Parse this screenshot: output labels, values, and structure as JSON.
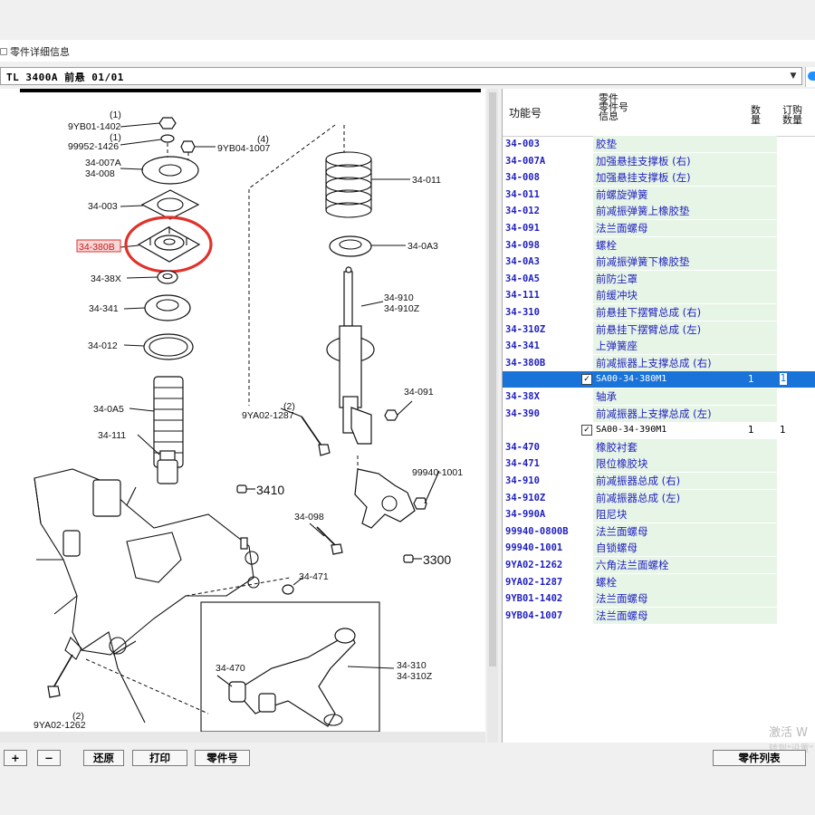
{
  "window": {
    "title": "零件详细信息"
  },
  "group_select": {
    "value": "TL  3400A  前悬  01/01"
  },
  "diagram": {
    "callouts": [
      {
        "id": "c1",
        "text": "(1)"
      },
      {
        "id": "c2",
        "text": "9YB01-1402"
      },
      {
        "id": "c3",
        "text": "(1)"
      },
      {
        "id": "c4",
        "text": "99952-1426"
      },
      {
        "id": "c5",
        "text": "(4)"
      },
      {
        "id": "c6",
        "text": "9YB04-1007"
      },
      {
        "id": "c7",
        "text": "34-007A"
      },
      {
        "id": "c8",
        "text": "34-008"
      },
      {
        "id": "c9",
        "text": "34-003"
      },
      {
        "id": "c10",
        "text": "34-380B"
      },
      {
        "id": "c11",
        "text": "34-38X"
      },
      {
        "id": "c12",
        "text": "34-341"
      },
      {
        "id": "c13",
        "text": "34-012"
      },
      {
        "id": "c14",
        "text": "34-0A5"
      },
      {
        "id": "c15",
        "text": "34-111"
      },
      {
        "id": "c16",
        "text": "34-011"
      },
      {
        "id": "c17",
        "text": "34-0A3"
      },
      {
        "id": "c18",
        "text": "34-910"
      },
      {
        "id": "c19",
        "text": "34-910Z"
      },
      {
        "id": "c20",
        "text": "34-091"
      },
      {
        "id": "c21",
        "text": "(2)"
      },
      {
        "id": "c22",
        "text": "9YA02-1287"
      },
      {
        "id": "c23",
        "text": "99940-1001"
      },
      {
        "id": "c24",
        "text": "3410"
      },
      {
        "id": "c25",
        "text": "34-098"
      },
      {
        "id": "c26",
        "text": "3300"
      },
      {
        "id": "c27",
        "text": "34-471"
      },
      {
        "id": "c28",
        "text": "34-470"
      },
      {
        "id": "c29",
        "text": "34-310"
      },
      {
        "id": "c30",
        "text": "34-310Z"
      },
      {
        "id": "c31",
        "text": "(2)"
      },
      {
        "id": "c32",
        "text": "9YA02-1262"
      }
    ]
  },
  "table": {
    "headers": {
      "func_no": "功能号",
      "part_info_1": "零件",
      "part_info_2": "零件号",
      "part_info_3": "信息",
      "qty_1": "数",
      "qty_2": "量",
      "order_1": "订购",
      "order_2": "数量"
    },
    "rows": [
      {
        "code": "34-003",
        "name": "胶垫"
      },
      {
        "code": "34-007A",
        "name": "加强悬挂支撑板 (右)"
      },
      {
        "code": "34-008",
        "name": "加强悬挂支撑板 (左)"
      },
      {
        "code": "34-011",
        "name": "前螺旋弹簧"
      },
      {
        "code": "34-012",
        "name": "前减振弹簧上橡胶垫"
      },
      {
        "code": "34-091",
        "name": "法兰面螺母"
      },
      {
        "code": "34-098",
        "name": "螺栓"
      },
      {
        "code": "34-0A3",
        "name": "前减振弹簧下橡胶垫"
      },
      {
        "code": "34-0A5",
        "name": "前防尘罩"
      },
      {
        "code": "34-111",
        "name": "前缓冲块"
      },
      {
        "code": "34-310",
        "name": "前悬挂下摆臂总成 (右)"
      },
      {
        "code": "34-310Z",
        "name": "前悬挂下摆臂总成 (左)"
      },
      {
        "code": "34-341",
        "name": "上弹簧座"
      },
      {
        "code": "34-380B",
        "name": "前减振器上支撑总成 (右)"
      },
      {
        "code": "",
        "name": "SA00-34-380M1",
        "sub": true,
        "sel": true,
        "qty": "1",
        "order_qty": "1"
      },
      {
        "code": "34-38X",
        "name": "轴承"
      },
      {
        "code": "34-390",
        "name": "前减振器上支撑总成 (左)"
      },
      {
        "code": "",
        "name": "SA00-34-390M1",
        "sub": true,
        "qty": "1",
        "order_qty": "1"
      },
      {
        "code": "34-470",
        "name": "橡胶衬套"
      },
      {
        "code": "34-471",
        "name": "限位橡胶块"
      },
      {
        "code": "34-910",
        "name": "前减振器总成 (右)"
      },
      {
        "code": "34-910Z",
        "name": "前减振器总成 (左)"
      },
      {
        "code": "34-990A",
        "name": "阻尼块"
      },
      {
        "code": "99940-0800B",
        "name": "法兰面螺母"
      },
      {
        "code": "99940-1001",
        "name": "自锁螺母"
      },
      {
        "code": "9YA02-1262",
        "name": "六角法兰面螺栓"
      },
      {
        "code": "9YA02-1287",
        "name": "螺栓"
      },
      {
        "code": "9YB01-1402",
        "name": "法兰面螺母"
      },
      {
        "code": "9YB04-1007",
        "name": "法兰面螺母"
      }
    ]
  },
  "buttons": {
    "zoom_in": "+",
    "zoom_out": "−",
    "restore": "还原",
    "print": "打印",
    "part_no": "零件号",
    "part_list": "零件列表"
  },
  "watermark": {
    "line1": "激活 W",
    "line2": "转到\"设置\""
  },
  "colors": {
    "selection": "#1a73d9",
    "code_text": "#1f1fbf",
    "name_bg": "#e7f5e6",
    "highlight_circle": "#e0322a"
  }
}
